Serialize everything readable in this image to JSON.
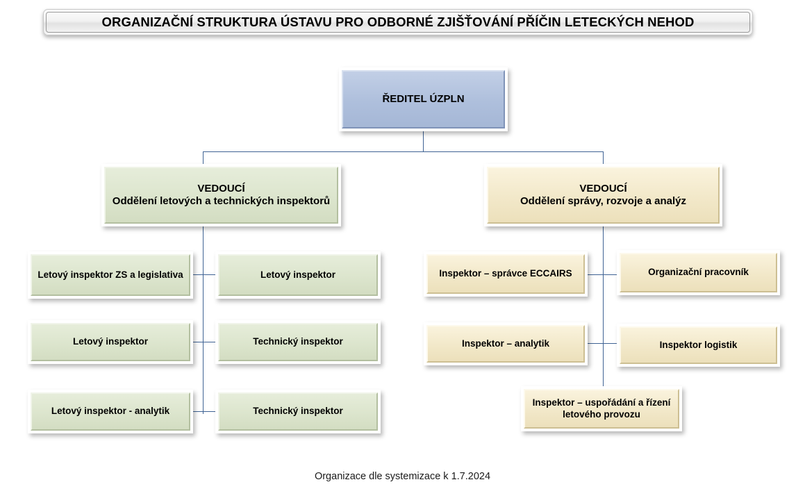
{
  "page": {
    "title": "ORGANIZAČNÍ STRUKTURA ÚSTAVU PRO ODBORNÉ ZJIŠŤOVÁNÍ PŘÍČIN LETECKÝCH NEHOD",
    "footer": "Organizace dle systemizace k 1.7.2024"
  },
  "colors": {
    "director_fill": "#aebfdc",
    "flight_dept_fill": "#dce5cd",
    "admin_dept_fill": "#f2e8c9",
    "connector": "#3f6394",
    "title_bar": "#f2f2f2"
  },
  "chart_data": {
    "type": "orgchart",
    "root": {
      "label": "ŘEDITEL ÚZPLN",
      "color": "#aebfdc"
    },
    "departments": [
      {
        "id": "flight-technical",
        "role": "VEDOUCÍ",
        "name": "Oddělení letových a technických inspektorů",
        "color": "#dce5cd",
        "positions": [
          "Letový inspektor ZS a legislativa",
          "Letový inspektor",
          "Letový inspektor",
          "Technický inspektor",
          "Letový inspektor - analytik",
          "Technický inspektor"
        ]
      },
      {
        "id": "admin-development-analysis",
        "role": "VEDOUCÍ",
        "name": "Oddělení správy, rozvoje a analýz",
        "color": "#f2e8c9",
        "positions": [
          "Inspektor – správce ECCAIRS",
          "Organizační pracovník",
          "Inspektor – analytik",
          "Inspektor logistik",
          "Inspektor – uspořádání a řízení letového provozu"
        ]
      }
    ]
  },
  "nodes": {
    "director": "ŘEDITEL ÚZPLN",
    "dept_left_role": "VEDOUCÍ",
    "dept_left_name": "Oddělení letových a technických inspektorů",
    "dept_right_role": "VEDOUCÍ",
    "dept_right_name": "Oddělení správy, rozvoje a analýz",
    "left_r1c1": "Letový inspektor ZS a legislativa",
    "left_r1c2": "Letový inspektor",
    "left_r2c1": "Letový inspektor",
    "left_r2c2": "Technický inspektor",
    "left_r3c1": "Letový inspektor - analytik",
    "left_r3c2": "Technický inspektor",
    "right_r1c1": "Inspektor – správce ECCAIRS",
    "right_r1c2": "Organizační pracovník",
    "right_r2c1": "Inspektor – analytik",
    "right_r2c2": "Inspektor logistik",
    "right_r3": "Inspektor – uspořádání a řízení letového provozu"
  }
}
